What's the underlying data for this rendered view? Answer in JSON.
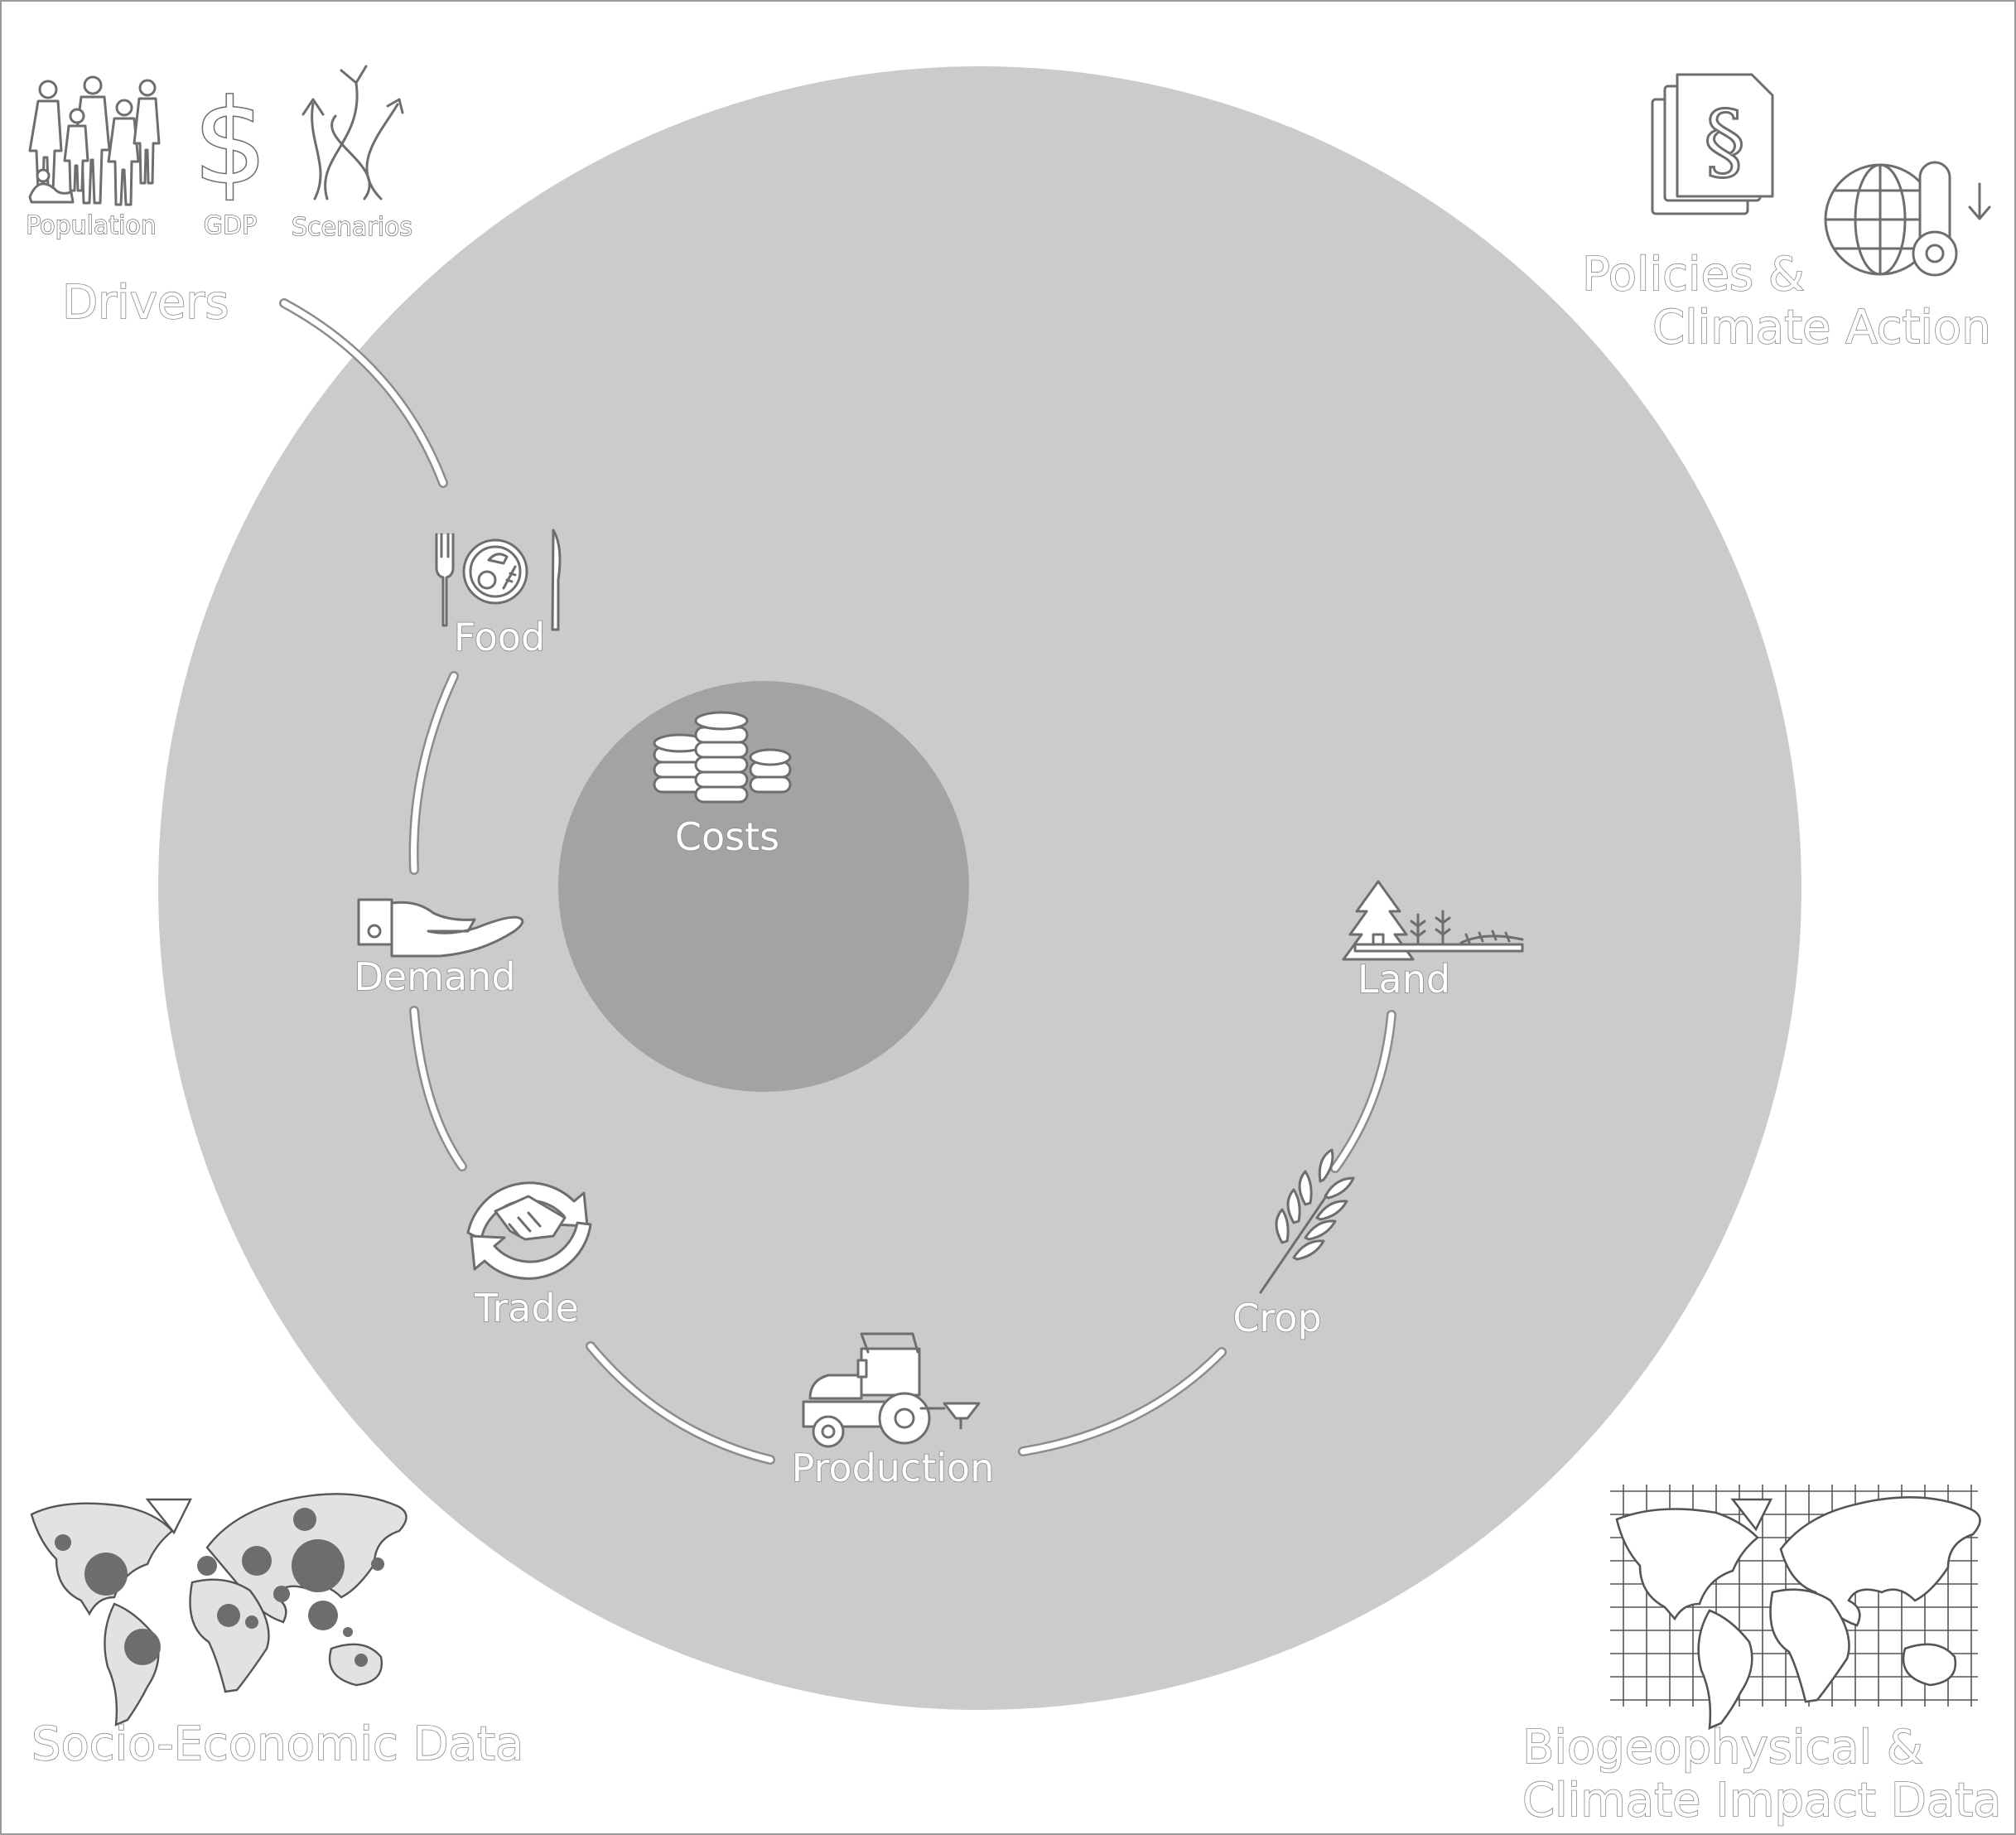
{
  "drivers": {
    "title": "Drivers",
    "population_label": "Population",
    "gdp_label": "GDP",
    "scenarios_label": "Scenarios"
  },
  "policies": {
    "line1": "Policies &",
    "line2": "Climate Action"
  },
  "core": {
    "costs_label": "Costs"
  },
  "modules": {
    "food": "Food",
    "demand": "Demand",
    "trade": "Trade",
    "production": "Production",
    "crop": "Crop",
    "land": "Land"
  },
  "data_sources": {
    "socio_economic": "Socio-Economic Data",
    "biogeophysical_line1": "Biogeophysical &",
    "biogeophysical_line2": "Climate Impact Data"
  },
  "colors": {
    "outer_circle": "#cbcbcb",
    "inner_circle": "#a3a3a3",
    "text_outline": "#8a8a8a",
    "map_dots": "#6d6d6d"
  }
}
